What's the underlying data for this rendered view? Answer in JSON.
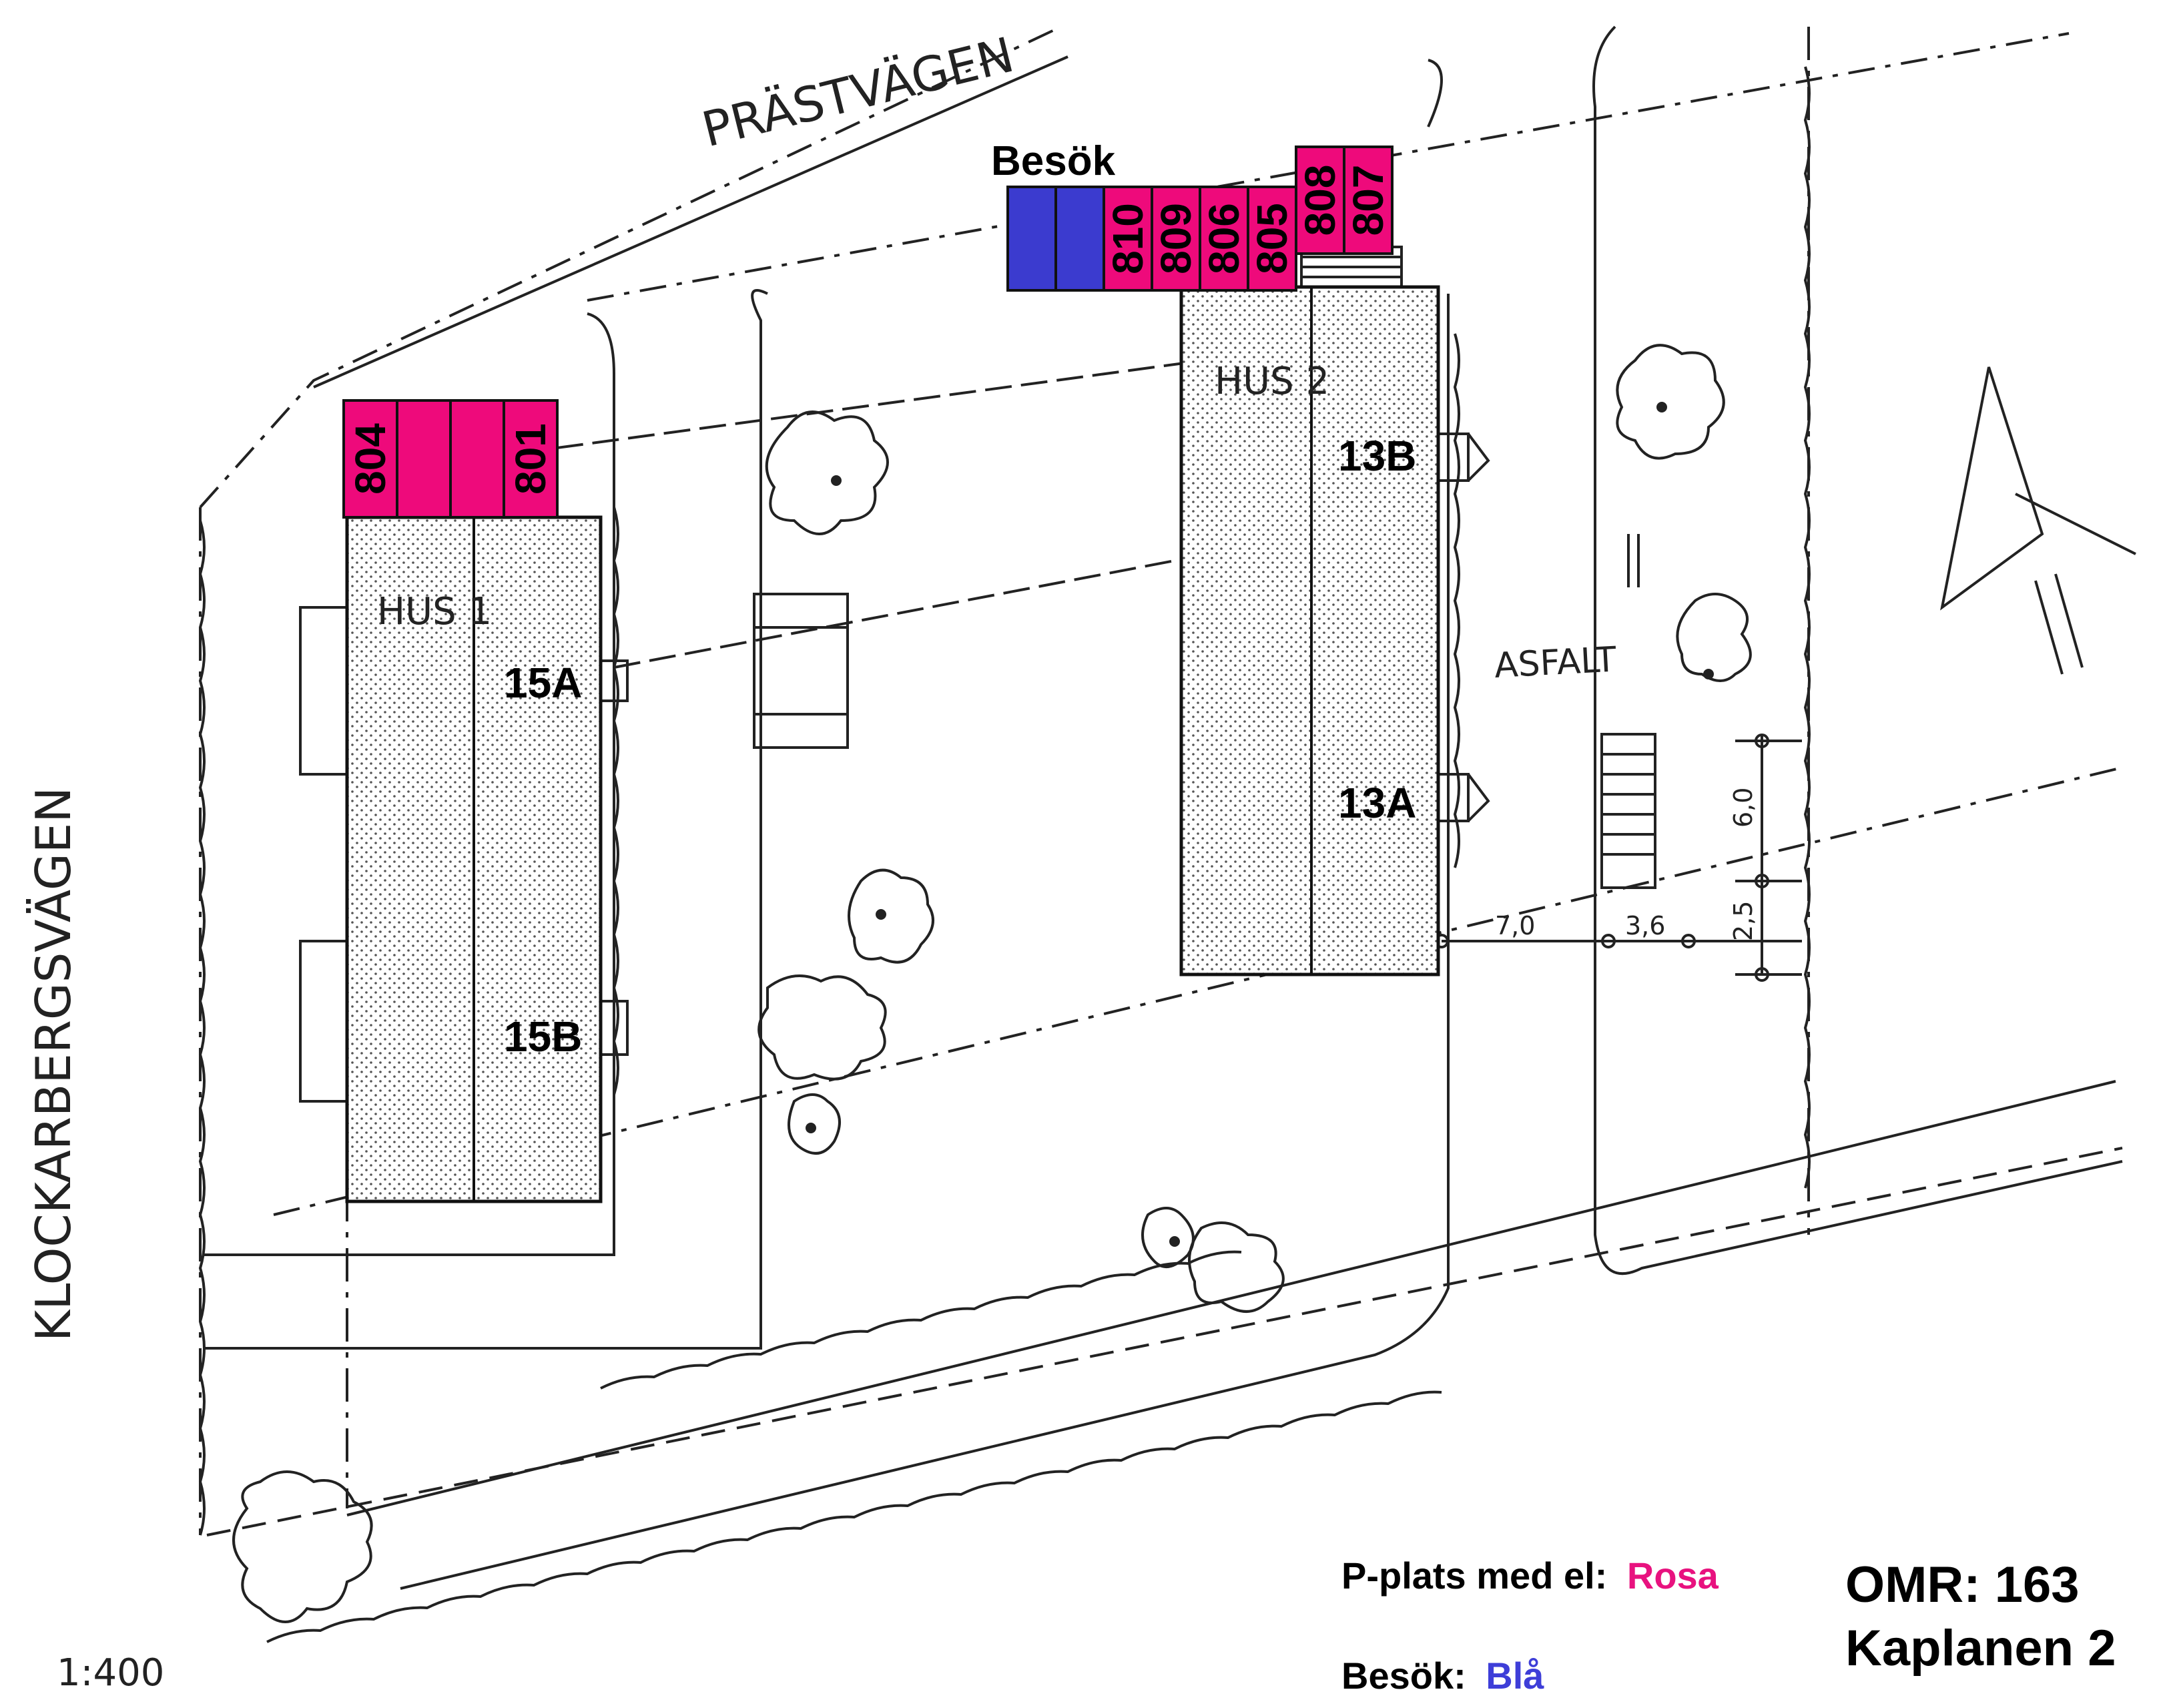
{
  "streets": {
    "top": "PRÄSTVÄGEN",
    "left": "KLOCKARBERGSVÄGEN"
  },
  "buildings": [
    {
      "label": "HUS 1",
      "entrances": [
        "15A",
        "15B"
      ]
    },
    {
      "label": "HUS 2",
      "entrances": [
        "13B",
        "13A"
      ]
    }
  ],
  "parking": {
    "besok_title": "Besök",
    "group_hus2": [
      "810",
      "809",
      "806",
      "805"
    ],
    "group_hus2_upper": [
      "808",
      "807"
    ],
    "group_hus1": [
      "804",
      "",
      "",
      "801"
    ]
  },
  "surface": "ASFALT",
  "dimensions": {
    "d1": "7,0",
    "d2": "3,6",
    "d3": "6,0",
    "d4": "2,5"
  },
  "scale": "1:400",
  "legend": {
    "row1_label": "P-plats med el:",
    "row1_value": "Rosa",
    "row2_label": "Besök:",
    "row2_value": "Blå"
  },
  "area": {
    "line1": "OMR: 163",
    "line2": "Kaplanen 2"
  },
  "colors": {
    "pink": "#ee0a7b",
    "blue": "#3b3bcf",
    "legend_pink": "#e8127f",
    "legend_blue": "#3e3ed8"
  }
}
